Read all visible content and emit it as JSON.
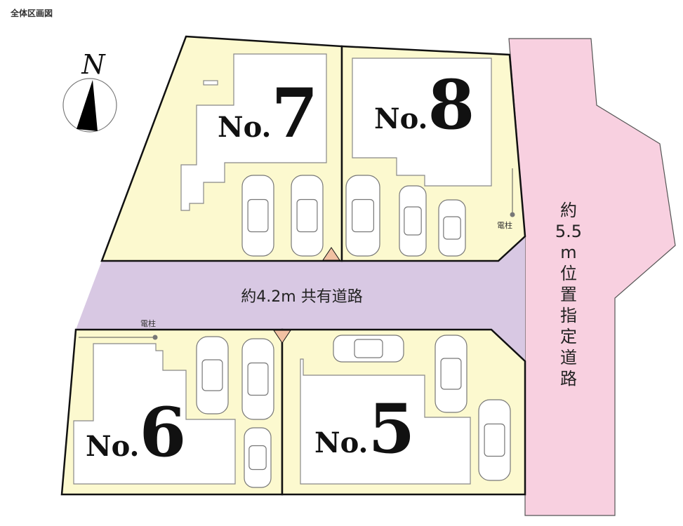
{
  "title": "全体区画図",
  "compass": {
    "label": "N"
  },
  "lots": [
    {
      "prefix": "No.",
      "number": "7"
    },
    {
      "prefix": "No.",
      "number": "8"
    },
    {
      "prefix": "No.",
      "number": "6"
    },
    {
      "prefix": "No.",
      "number": "5"
    }
  ],
  "shared_road": {
    "label": "約4.2m 共有道路"
  },
  "designated_road": {
    "chars": [
      "約",
      "5.5",
      "m",
      "位",
      "置",
      "指",
      "定",
      "道",
      "路"
    ]
  },
  "poles": [
    {
      "label": "電柱"
    },
    {
      "label": "電柱"
    }
  ],
  "colors": {
    "lot": "#fcf9cf",
    "shared_road": "#d8c8e3",
    "designated_road": "#f8d0e0",
    "corner": "#f1c1a2"
  }
}
